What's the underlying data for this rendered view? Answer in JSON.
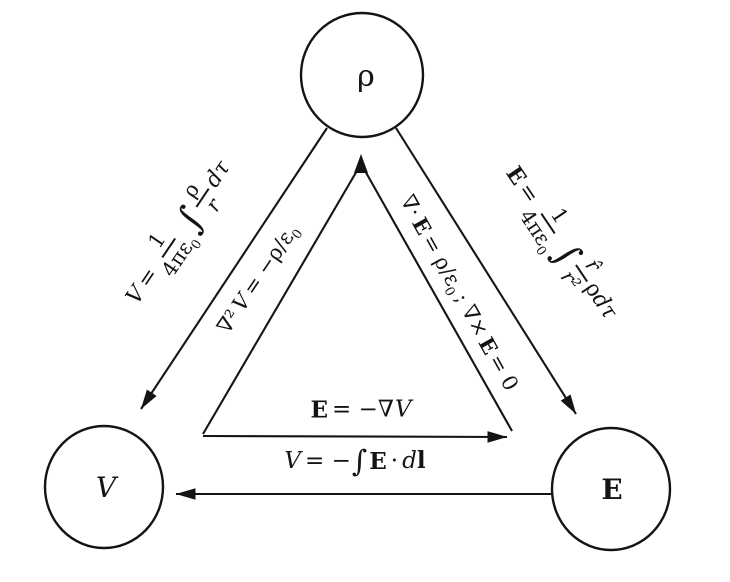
{
  "colors": {
    "background": "#ffffff",
    "ink": "#141414"
  },
  "nodes": {
    "rho": {
      "label": "ρ"
    },
    "V": {
      "label": "V"
    },
    "E": {
      "label": "E"
    }
  },
  "equations": {
    "coulomb_potential": {
      "lhs": "V",
      "eq": "=",
      "num1": "1",
      "den1_main": "4πε",
      "den1_sub": "0",
      "integral": "∫",
      "num2": "ρ",
      "den2": "r",
      "d": "d",
      "tau": "τ"
    },
    "poisson": {
      "nabla": "∇²",
      "V": "V",
      "rest_main": "= −ρ/ε",
      "rest_sub": "0"
    },
    "div_curl": {
      "nabla_dot": "∇·",
      "E1": "E",
      "mid_main": "= ρ/ε",
      "mid_sub": "0",
      "semi": "; ∇×",
      "E2": "E",
      "zero": "= 0"
    },
    "coulomb_field": {
      "lhs": "E",
      "eq": "=",
      "num1": "1",
      "den1_main": "4πε",
      "den1_sub": "0",
      "integral": "∫",
      "num2": "r̂",
      "den2": "r²",
      "rho": "ρ",
      "d": "d",
      "tau": "τ"
    },
    "gradient": {
      "E": "E",
      "mid": "= −∇",
      "V": "V"
    },
    "line_integral": {
      "V": "V",
      "mid": "= −",
      "integral": "∫",
      "E": "E",
      "dot": "·",
      "d": "d",
      "l": "l"
    }
  }
}
